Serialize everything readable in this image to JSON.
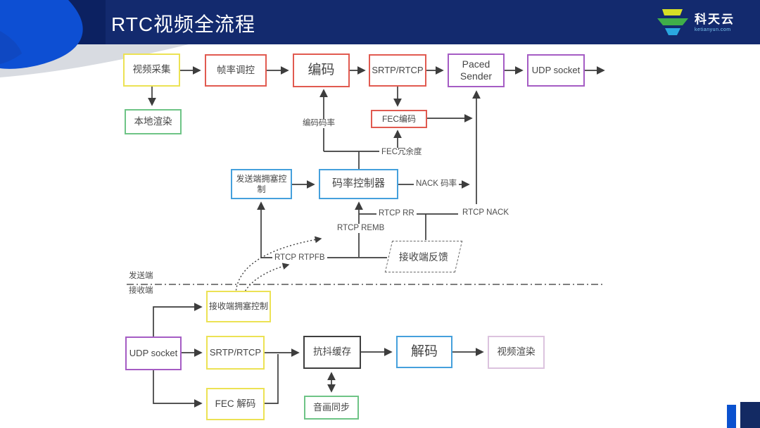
{
  "header": {
    "title": "RTC视频全流程"
  },
  "logo": {
    "name": "科天云",
    "domain": "ketianyun.com"
  },
  "lanes": {
    "sender": "发送端",
    "receiver": "接收端"
  },
  "nodes": {
    "video_capture": "视频采集",
    "frame_rate_control": "帧率调控",
    "encoder": "编码",
    "srtp_rtcp_send": "SRTP/RTCP",
    "paced_sender": "Paced Sender",
    "udp_socket_send": "UDP socket",
    "local_render": "本地渲染",
    "fec_encode": "FEC编码",
    "sender_congestion_control": "发送端拥塞控制",
    "bitrate_controller": "码率控制器",
    "receiver_feedback": "接收端反馈",
    "receiver_congestion_control": "接收端拥塞控制",
    "udp_socket_recv": "UDP socket",
    "srtp_rtcp_recv": "SRTP/RTCP",
    "jitter_buffer": "抗抖缓存",
    "decoder": "解码",
    "video_render": "视频渲染",
    "fec_decode": "FEC 解码",
    "av_sync": "音画同步"
  },
  "edge_labels": {
    "encode_bitrate": "编码码率",
    "fec_redundancy": "FEC冗余度",
    "nack_bitrate": "NACK 码率",
    "rtcp_rr": "RTCP RR",
    "rtcp_nack": "RTCP NACK",
    "rtcp_remb": "RTCP REMB",
    "rtcp_rtpfb": "RTCP RTPFB"
  },
  "colors": {
    "header_bg": "#132a6e",
    "deco_bright_blue": "#0d4fd3",
    "deco_dark_navy": "#0c2161",
    "deco_gray": "#d8dbe1",
    "line": "#3d3d3d",
    "box_yellow": "#ece254",
    "box_red": "#e15a50",
    "box_purple": "#a55cc4",
    "box_green": "#6ec486",
    "box_blue": "#45a0dc",
    "box_dark": "#3f3f3f",
    "box_pink": "#dcc3de",
    "logo_yellow": "#d6df26",
    "logo_green": "#3fae49",
    "logo_blue": "#2aa7e0",
    "accent_blue": "#0a51cf",
    "accent_navy": "#132a63"
  }
}
